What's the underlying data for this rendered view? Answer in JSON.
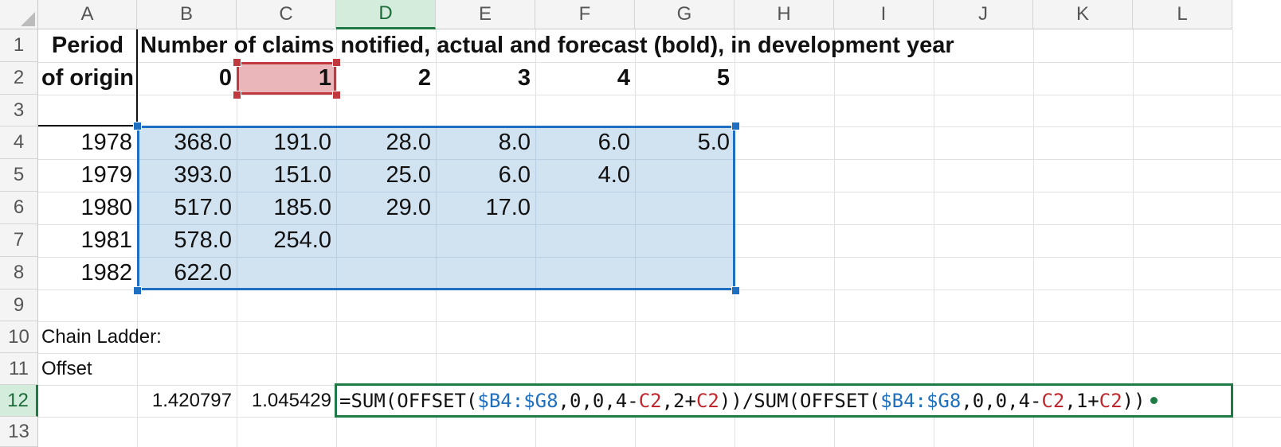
{
  "columns": [
    "A",
    "B",
    "C",
    "D",
    "E",
    "F",
    "G",
    "H",
    "I",
    "J",
    "K",
    "L"
  ],
  "active_column": "D",
  "rows": [
    "1",
    "2",
    "3",
    "4",
    "5",
    "6",
    "7",
    "8",
    "9",
    "10",
    "11",
    "12",
    "13"
  ],
  "active_row": "12",
  "cells": {
    "A1": "Period",
    "B1": "Number of claims notified, actual and forecast (bold), in development year",
    "A2": "of origin",
    "B2": "0",
    "C2": "1",
    "D2": "2",
    "E2": "3",
    "F2": "4",
    "G2": "5",
    "A4": "1978",
    "B4": "368.0",
    "C4": "191.0",
    "D4": "28.0",
    "E4": "8.0",
    "F4": "6.0",
    "G4": "5.0",
    "A5": "1979",
    "B5": "393.0",
    "C5": "151.0",
    "D5": "25.0",
    "E5": "6.0",
    "F5": "4.0",
    "A6": "1980",
    "B6": "517.0",
    "C6": "185.0",
    "D6": "29.0",
    "E6": "17.0",
    "A7": "1981",
    "B7": "578.0",
    "C7": "254.0",
    "A8": "1982",
    "B8": "622.0",
    "A10": "Chain Ladder:",
    "A11": "Offset",
    "B12": "1.420797",
    "C12": "1.045429"
  },
  "formula_tokens": [
    {
      "t": "=SUM(OFFSET(",
      "c": "black"
    },
    {
      "t": "$B4:$G8",
      "c": "blue"
    },
    {
      "t": ",0,0,4-",
      "c": "black"
    },
    {
      "t": "C2",
      "c": "red"
    },
    {
      "t": ",2+",
      "c": "black"
    },
    {
      "t": "C2",
      "c": "red"
    },
    {
      "t": "))/SUM(OFFSET(",
      "c": "black"
    },
    {
      "t": "$B4:$G8",
      "c": "blue"
    },
    {
      "t": ",0,0,4-",
      "c": "black"
    },
    {
      "t": "C2",
      "c": "red"
    },
    {
      "t": ",1+",
      "c": "black"
    },
    {
      "t": "C2",
      "c": "red"
    },
    {
      "t": "))",
      "c": "black"
    }
  ],
  "colors": {
    "selection_fill": "#d1e2f1",
    "selection_border": "#1e6fc1",
    "reference_fill": "#eab6b9",
    "reference_border": "#c0393f",
    "active_cell_border": "#1f7a45",
    "header_active_fill": "#d3ecdb"
  }
}
